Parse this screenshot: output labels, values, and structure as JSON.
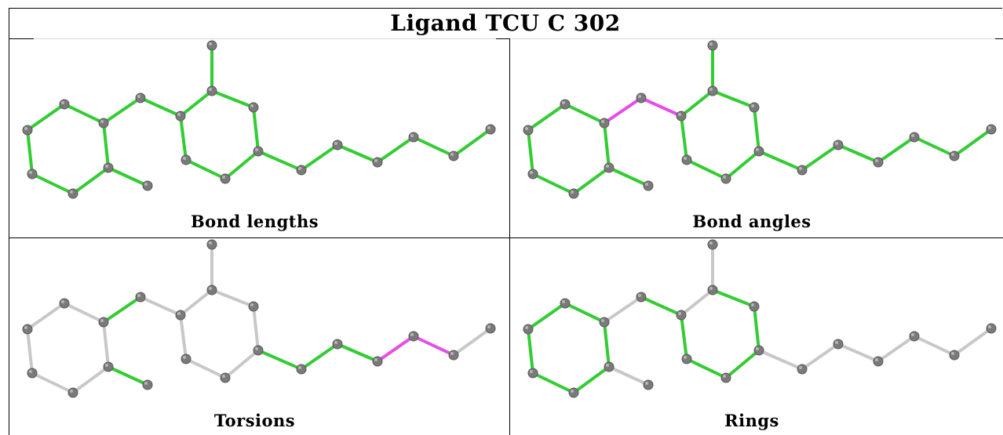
{
  "title": "Ligand TCU C 302",
  "colors": {
    "ok": "#33cc33",
    "outlier": "#e64ce6",
    "neutral": "#c8c8c8",
    "atom": "#7a7a7a"
  },
  "panels": [
    {
      "caption": "Bond lengths"
    },
    {
      "caption": "Bond angles"
    },
    {
      "caption": "Torsions"
    },
    {
      "caption": "Rings"
    }
  ]
}
